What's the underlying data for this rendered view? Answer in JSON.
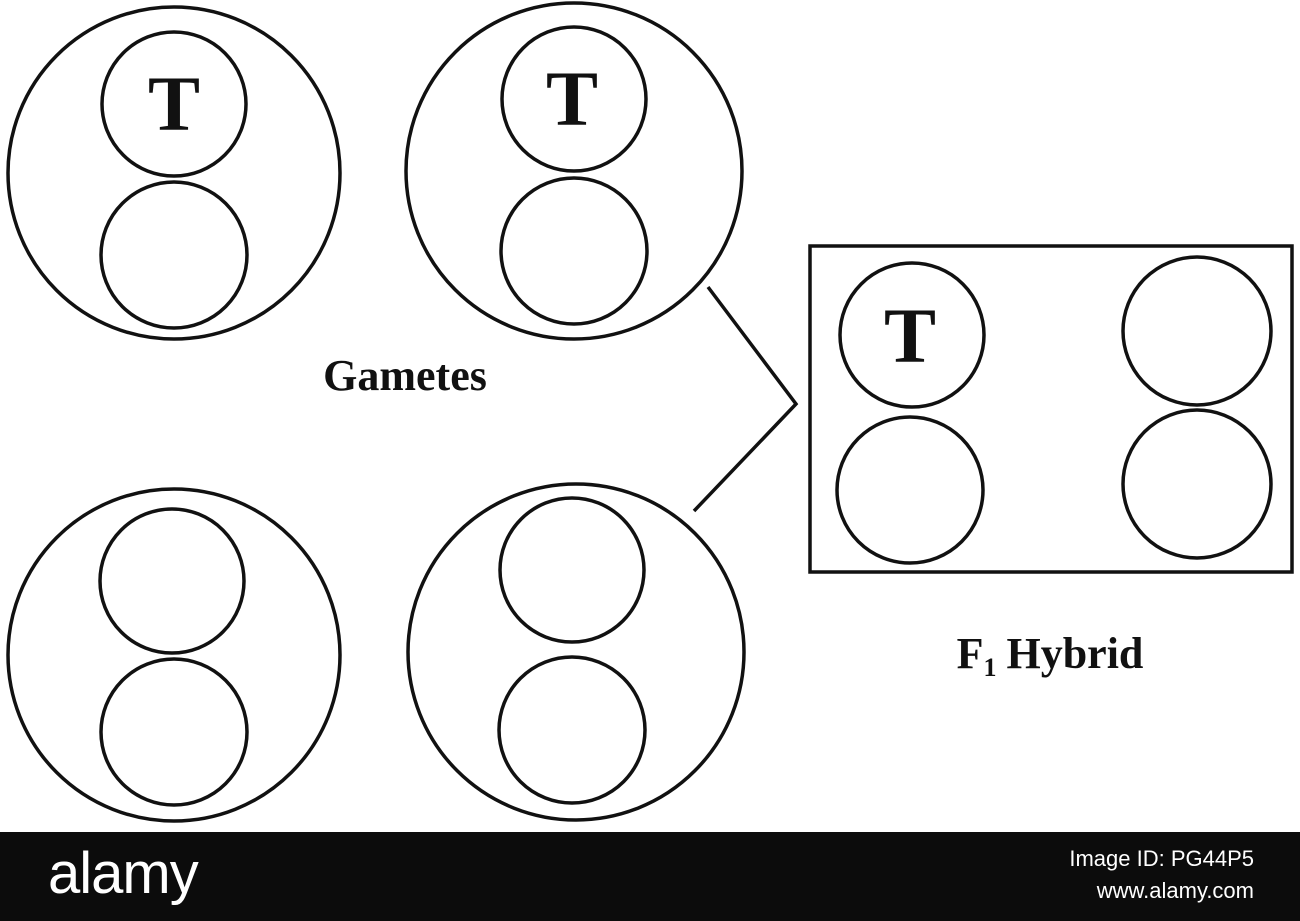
{
  "diagram": {
    "allele_symbol": "T",
    "gametes_label": "Gametes",
    "hybrid_label": {
      "prefix": "F",
      "subscript": "1",
      "suffix": "Hybrid"
    }
  },
  "watermark": {
    "brand": "alamy",
    "image_id": "Image ID: PG44P5",
    "site": "www.alamy.com"
  },
  "colors": {
    "ink": "#111111",
    "background": "#ffffff",
    "footer_bar": "#0c0c0c"
  }
}
